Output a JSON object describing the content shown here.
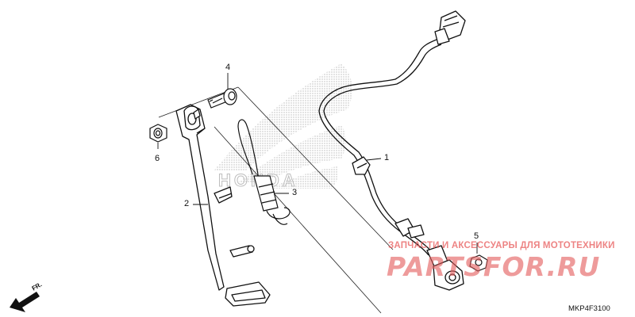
{
  "callouts": [
    {
      "id": "callout-1",
      "label": "1"
    },
    {
      "id": "callout-2",
      "label": "2"
    },
    {
      "id": "callout-3",
      "label": "3"
    },
    {
      "id": "callout-4",
      "label": "4"
    },
    {
      "id": "callout-5",
      "label": "5"
    },
    {
      "id": "callout-6",
      "label": "6"
    }
  ],
  "direction_label": "FR.",
  "diagram_code": "MKP4F3100",
  "watermark": {
    "tagline": "ЗАПЧАСТИ И АКСЕССУАРЫ ДЛЯ МОТОТЕХНИКИ",
    "logo_text": "PARTSFOR.RU",
    "color": "#e35a5a"
  },
  "background_logo_text": "HONDA"
}
